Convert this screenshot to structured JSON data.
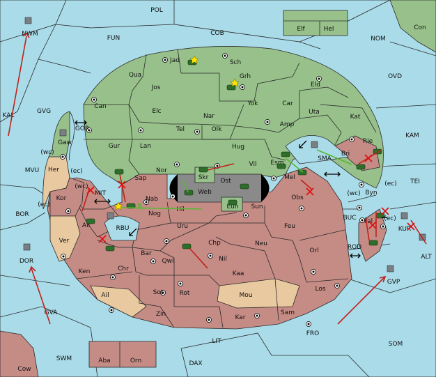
{
  "map": {
    "sea_labels": [
      "POL",
      "COB",
      "FUN",
      "NOM",
      "OVD",
      "GVG",
      "KAL",
      "KAM",
      "TEI",
      "MVU",
      "BOR",
      "BUC",
      "ROD",
      "ALT",
      "GVA",
      "FRO",
      "SOM",
      "LIT",
      "DAX",
      "SWM"
    ],
    "outer_land_labels": [
      "Con",
      "Cow",
      "NWM",
      "DOR",
      "KUR",
      "GVP",
      "GOR",
      "RBU",
      "MIT",
      "SMA"
    ],
    "green_labels": [
      "Jad",
      "Sch",
      "Qua",
      "Grh",
      "Jos",
      "Eld",
      "Can",
      "Yok",
      "Car",
      "Uta",
      "Elc",
      "Nar",
      "Tel",
      "Olk",
      "Amp",
      "Kat",
      "Gur",
      "Lan",
      "Hug",
      "Rie",
      "Gaw",
      "Vil",
      "Esm",
      "Bri",
      "Nor",
      "Sap",
      "Skr"
    ],
    "red_labels": [
      "Web",
      "Ost",
      "Mel",
      "Obs",
      "Byn",
      "Nab",
      "Hil",
      "Sun",
      "Eun",
      "Nog",
      "Uru",
      "Feu",
      "Chp",
      "Neu",
      "Orl",
      "Bar",
      "Qwi",
      "Nil",
      "Kaa",
      "Ait",
      "Kor",
      "Fal",
      "Chr",
      "Ken",
      "Sot",
      "Rot",
      "Mou",
      "Los",
      "Zin",
      "Kar",
      "Sam",
      "Aba",
      "Orn",
      "Elf",
      "Hel"
    ],
    "tan_labels": [
      "Her",
      "Ver",
      "Ail"
    ],
    "coast_tags": [
      "(wc)",
      "(ec)",
      "(wc)",
      "(ec)",
      "(wc)",
      "(ec)",
      "(ec)"
    ]
  }
}
